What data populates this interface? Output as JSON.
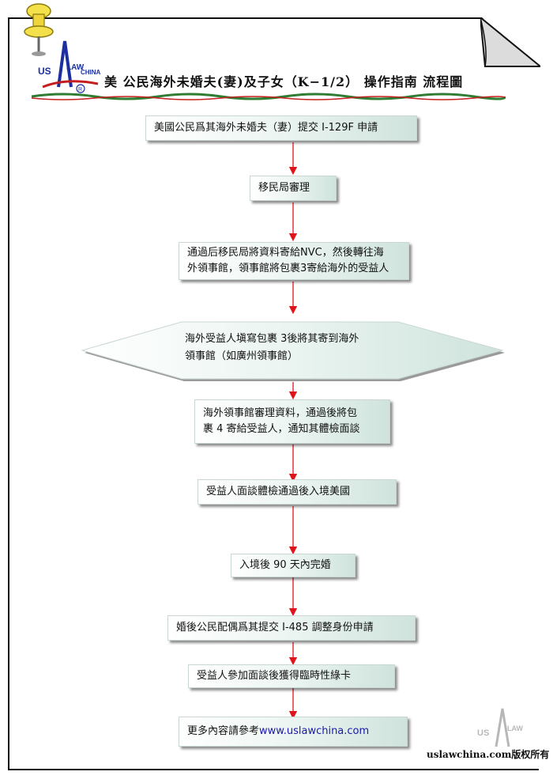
{
  "header": {
    "logo_text": "US LAW CHINA",
    "title": "美 公民海外未婚夫(妻)及子女（K−1/2） 操作指南 流程圖"
  },
  "flow": {
    "step1": "美國公民爲其海外未婚夫（妻）提交 I-129F 申請",
    "step2": "移民局審理",
    "step3_line1": "通過后移民局將資料寄給NVC，然後轉往海",
    "step3_line2": "外領事館，領事館將包裹3寄給海外的受益人",
    "step4_line1": "海外受益人塡寫包裹 3後將其寄到海外",
    "step4_line2": "領事館（如廣州領事館）",
    "step5_line1": "海外領事館審理資料，通過後將包",
    "step5_line2": "裹 4 寄給受益人，通知其體檢面談",
    "step6": "受益人面談體檢通過後入境美國",
    "step7": "入境後 90 天內完婚",
    "step8": "婚後公民配偶爲其提交 I-485 調整身份申請",
    "step9": "受益人參加面談後獲得臨時性綠卡",
    "step10_prefix": "更多內容請參考 ",
    "step10_link": "www.uslawchina.com"
  },
  "footer": {
    "copyright": "uslawchina.com版权所有"
  },
  "colors": {
    "arrow": "#e0151b",
    "box_edge": "#cfe3dc",
    "link": "#1a1aa6"
  }
}
